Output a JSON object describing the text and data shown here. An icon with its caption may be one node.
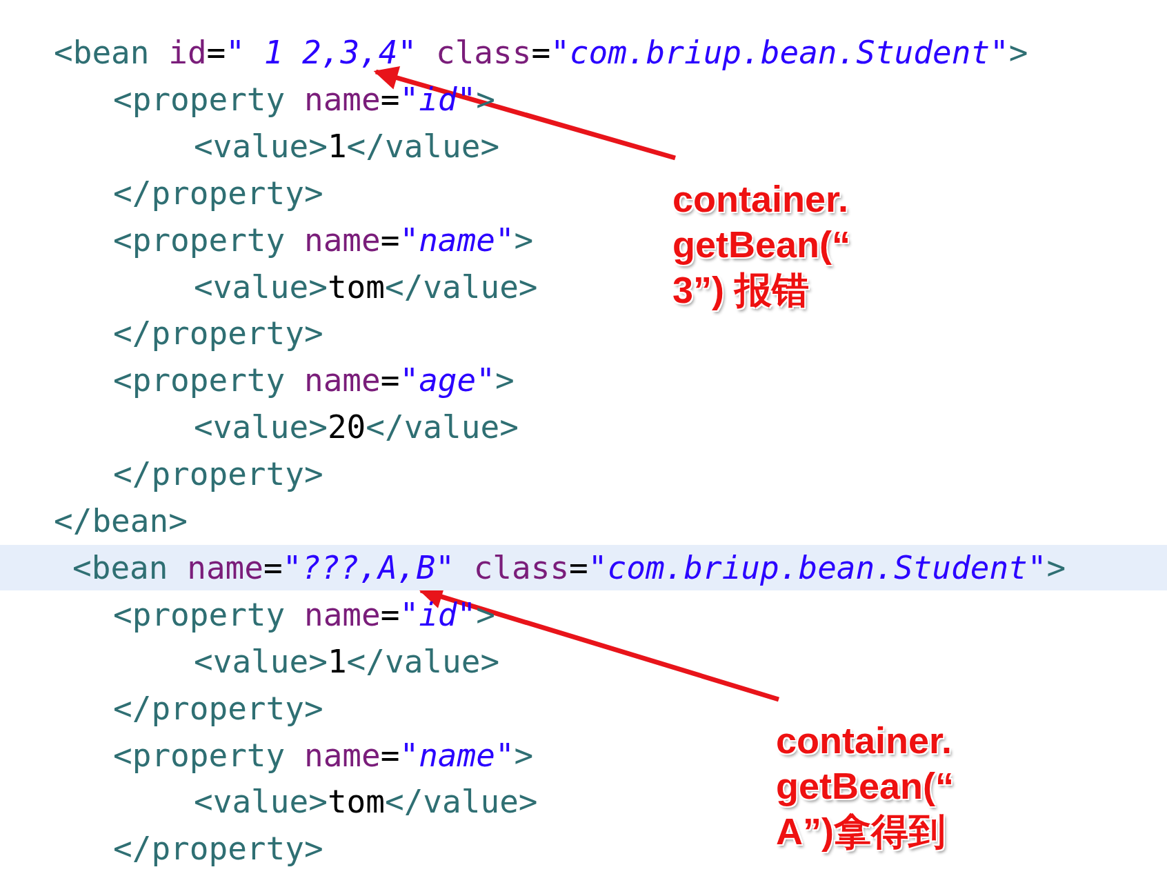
{
  "diagram": {
    "nodes": [
      {
        "text": [
          "<bean id=\" 1 2,3,4\" class=\"com.briup.bean.Student\">"
        ]
      },
      {
        "text": [
          "container. getBean(“ 3”) 报错"
        ]
      },
      {
        "text": [
          "<bean name=\"???,A,B\" class=\"com.briup.bean.Student\">"
        ]
      },
      {
        "text": [
          "container. getBean(“ A”)拿得到"
        ]
      }
    ],
    "edges": [
      {
        "from": 1,
        "to": 0,
        "arrow": "to"
      },
      {
        "from": 3,
        "to": 2,
        "arrow": "to"
      }
    ],
    "labels": [
      "<property name=\"id\">",
      "<value>1</value>",
      "</property>",
      "<property name=\"name\">",
      "<value>tom</value>",
      "</property>",
      "<property name=\"age\">",
      "<value>20</value>",
      "</property>",
      "</bean>",
      "<property name=\"id\">",
      "<value>1</value>",
      "</property>",
      "<property name=\"name\">",
      "<value>tom</value>",
      "</property>"
    ]
  }
}
